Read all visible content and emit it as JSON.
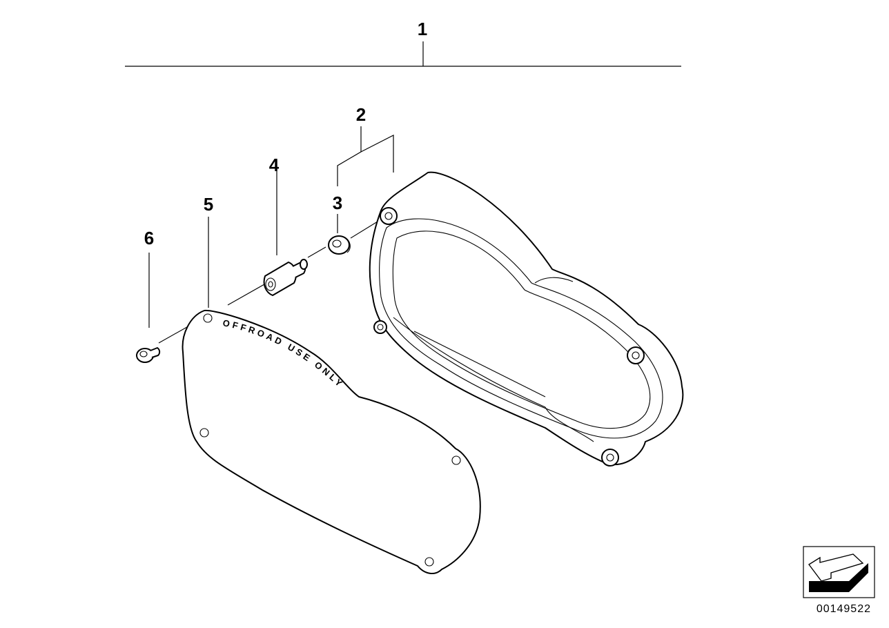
{
  "callouts": {
    "c1": "1",
    "c2": "2",
    "c3": "3",
    "c4": "4",
    "c5": "5",
    "c6": "6"
  },
  "cover_text": "OFFROAD USE ONLY",
  "reference_number": "00149522",
  "icons": {
    "orientation": "arrow-pointing-icon"
  }
}
